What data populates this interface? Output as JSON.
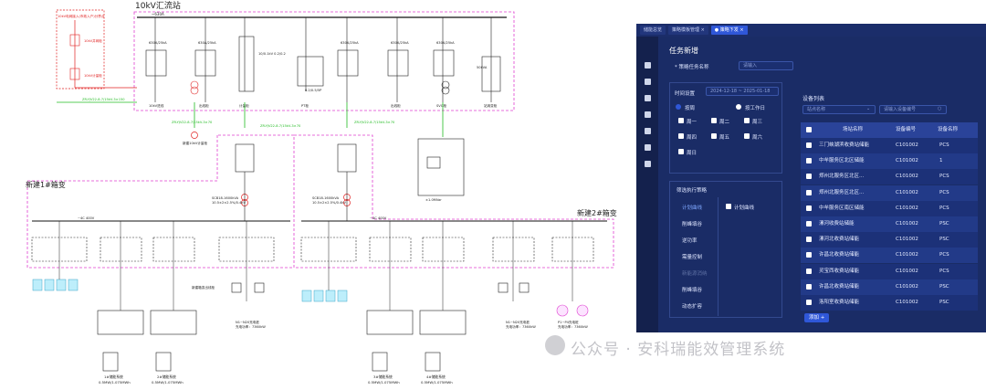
{
  "schematic": {
    "title": "10kV汇流站",
    "top_left_red_1": "10kV电网接入(市政入户)分界点",
    "top_left_red_2": "10kV并网柜",
    "top_left_red_3": "10kV计量柜",
    "bus_label": "~630A",
    "transformer_ratings": [
      "630A/25kA",
      "630A/25kA",
      "630A/25kA",
      "630A/25kA",
      "630A/25kA"
    ],
    "pt_label": "10/0.1kV\n0.2/0.2",
    "pt_label_2": "0.2/0.5/5P",
    "cabinet_names": [
      "10kV进线",
      "出线柜",
      "计量柜",
      "PT柜",
      "出线柜",
      "SVG柜",
      "站用变柜"
    ],
    "svg_cab": "50kVA",
    "cable_green": "ZR-YJV22-8.7/15kV-3×150",
    "cable_green_2": "ZR-YJV22-8.7/15kV-3×70",
    "cable_green_3": "ZR-YJV22-8.7/15kV-3×70",
    "cable_green_4": "ZR-YJV22-8.7/15kV-3×70",
    "branch_label_1": "新建1#箱变",
    "branch_label_2": "新建2#箱变",
    "transformer_1": "SCB18-1600kVA",
    "transformer_1b": "10.5±2×2.5%/0.4kV",
    "transformer_2": "SCB18-1600kVA",
    "transformer_2b": "10.5±2×2.5%/0.4kV",
    "lv_bus_1": "~4C 400V",
    "lv_bus_2": "~4C 400V",
    "pv_label": "±1.0MVar",
    "storage_1a": "1#储能系统",
    "storage_1a_spec": "0.5MW/1.075MWh",
    "storage_1b": "2#储能系统",
    "storage_1b_spec": "0.5MW/1.075MWh",
    "storage_2a": "3#储能系统",
    "storage_2a_spec": "0.5MW/1.075MWh",
    "storage_2b": "4#储能系统",
    "storage_2b_spec": "0.5MW/1.075MWh",
    "ev_label_1": "N1~N20充电桩",
    "ev_label_1b": "充电功率：7360kW",
    "ev_label_2": "N1~N20充电桩",
    "ev_label_2b": "充电功率：7360kW",
    "ev_label_3": "P1~P4充电桩",
    "ev_label_3b": "充电功率：7360kW",
    "hv_note": "新建箱变出线柜",
    "meter_label": "新建10kV计量柜"
  },
  "app": {
    "tabs": [
      {
        "label": "储能总览"
      },
      {
        "label": "策略模板管理 ×"
      },
      {
        "label": "● 策略下发 ×"
      }
    ],
    "page_title": "任务新增",
    "task_name_label": "* 策略任务名称",
    "task_name_placeholder": "请输入",
    "time_label": "时间设置",
    "date_range": "2024-12-18  ~  2025-01-18",
    "holiday_label": "按周",
    "workday_label": "按工作日",
    "weekdays": [
      "周一",
      "周二",
      "周三",
      "周四",
      "周五",
      "周六",
      "周日"
    ],
    "strategy_group_label": "筛选执行策略",
    "strategies": [
      "计划曲线",
      "削峰填谷",
      "逆功率",
      "需量控制",
      "新能源消纳",
      "削峰填谷",
      "动态扩容"
    ],
    "curve_check_label": "计划曲线",
    "device_list_title": "设备列表",
    "station_placeholder": "站点名称",
    "device_search_placeholder": "请输入设备编号",
    "table_headers": [
      "场站名称",
      "设备编号",
      "设备名称"
    ],
    "rows": [
      {
        "station": "三门峡湖滨收费站储能",
        "code": "C101002",
        "name": "PCS"
      },
      {
        "station": "中牟服务区北区储能",
        "code": "C101002",
        "name": "1"
      },
      {
        "station": "郑州北服务区北区...",
        "code": "C101002",
        "name": "PCS"
      },
      {
        "station": "郑州北服务区北区...",
        "code": "C101002",
        "name": "PCS"
      },
      {
        "station": "中牟服务区南区储能",
        "code": "C101002",
        "name": "PCS"
      },
      {
        "station": "漯河收费站储能",
        "code": "C101002",
        "name": "PSC"
      },
      {
        "station": "漯河北收费站储能",
        "code": "C101002",
        "name": "PSC"
      },
      {
        "station": "许昌北收费站储能",
        "code": "C101002",
        "name": "PCS"
      },
      {
        "station": "灵宝西收费站储能",
        "code": "C101002",
        "name": "PCS"
      },
      {
        "station": "许昌北收费站储能",
        "code": "C101002",
        "name": "PSC"
      },
      {
        "station": "洛阳室收费站储能",
        "code": "C101002",
        "name": "PSC"
      }
    ],
    "add_button": "添加 +"
  },
  "watermark": "公众号 · 安科瑞能效管理系统",
  "colors": {
    "magenta_dash": "#e040d0",
    "green_cable": "#22bb22",
    "red": "#e02020",
    "app_bg": "#152456",
    "accent": "#2f57d8"
  }
}
